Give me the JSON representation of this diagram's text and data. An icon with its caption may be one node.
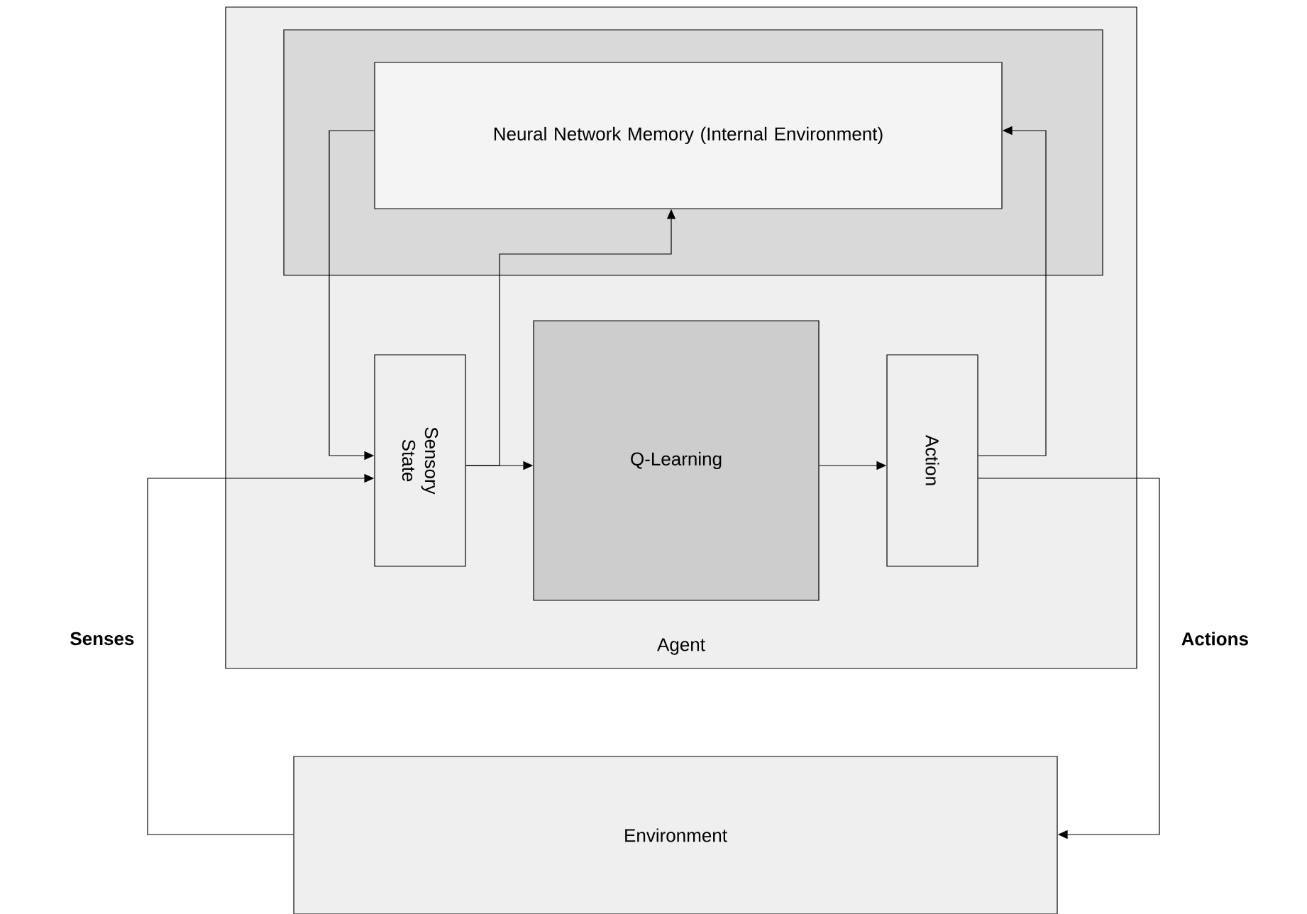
{
  "diagram": {
    "nodes": [
      {
        "text": [
          "Agent"
        ]
      },
      {
        "text": [],
        "shape": "box",
        "in": 0
      },
      {
        "text": [
          "Neural Network Memory (Internal Environment)"
        ],
        "in": 1
      },
      {
        "text": [
          "Sensory State"
        ],
        "in": 0
      },
      {
        "text": [
          "Q-Learning"
        ],
        "in": 0
      },
      {
        "text": [
          "Action"
        ],
        "in": 0
      },
      {
        "text": [
          "Environment"
        ]
      }
    ],
    "edges": [
      {
        "from": 2,
        "to": 3,
        "arrow": "to"
      },
      {
        "from": 3,
        "to": 4,
        "arrow": "to"
      },
      {
        "from": 3,
        "to": 2,
        "arrow": "to"
      },
      {
        "from": 4,
        "to": 5,
        "arrow": "to"
      },
      {
        "from": 5,
        "to": 2,
        "arrow": "to"
      },
      {
        "from": 6,
        "to": 3,
        "arrow": "to",
        "label": "Senses"
      },
      {
        "from": 5,
        "to": 6,
        "arrow": "to",
        "label": "Actions"
      }
    ]
  }
}
